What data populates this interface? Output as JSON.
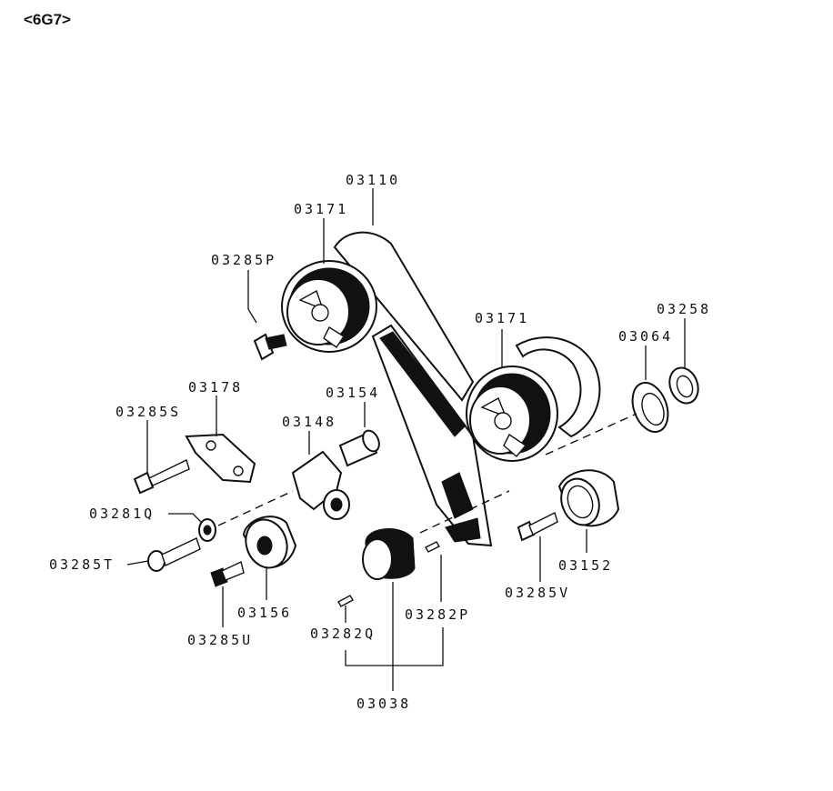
{
  "title": "<6G7>",
  "labels": {
    "l03110": "03110",
    "l03171a": "03171",
    "l03285P": "03285P",
    "l03171b": "03171",
    "l03258": "03258",
    "l03064": "03064",
    "l03178": "03178",
    "l03154": "03154",
    "l03285S": "03285S",
    "l03148": "03148",
    "l03281Q": "03281Q",
    "l03285T": "03285T",
    "l03152": "03152",
    "l03156": "03156",
    "l03285V": "03285V",
    "l03285U": "03285U",
    "l03282Q": "03282Q",
    "l03282P": "03282P",
    "l03038": "03038"
  }
}
